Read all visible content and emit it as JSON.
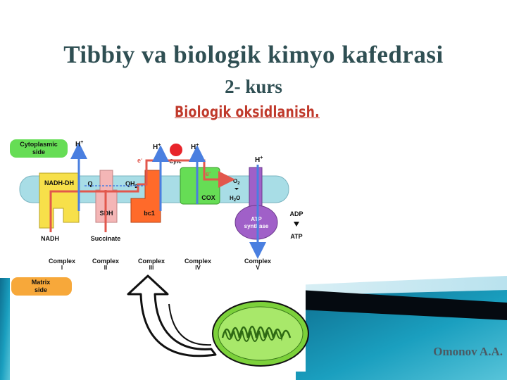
{
  "header": {
    "title": "Tibbiy va biologik kimyo kafedrasi",
    "course": "2- kurs",
    "topic": "Biologik oksidlanish."
  },
  "author": "Omonov A.A.",
  "colors": {
    "title": "#2f4f53",
    "topic": "#c0392b",
    "membrane": "#a8dde6",
    "nadh_dh": "#f7e04a",
    "sdh": "#f4b6b6",
    "bc1": "#ff6a2a",
    "cox": "#66dd55",
    "atp_synthase": "#a060c8",
    "proton_arrow": "#4a7fe0",
    "electron_path": "#e2574c",
    "side_label": "#66dd55",
    "matrix_label": "#f7a83a",
    "mitochondrion": "#7cd13a"
  },
  "diagram": {
    "cytoplasmic_side": [
      "Cytoplasmic",
      "side"
    ],
    "matrix_side": [
      "Matrix",
      "side"
    ],
    "proton": "H",
    "electron": "e",
    "labels": {
      "nadh_dh": "NADH-DH",
      "q": "Q",
      "qh2": "QH",
      "qh2_sub": "2",
      "sdh": "SDH",
      "bc1": "bc1",
      "cytc": "Cytc",
      "cox": "COX",
      "o2": "O",
      "o2_sub": "2",
      "h2o_h": "H",
      "h2o_sub": "2",
      "h2o_o": "O",
      "atp_synthase": [
        "ATP",
        "synthase"
      ],
      "adp": "ADP",
      "atp": "ATP",
      "nadh": "NADH",
      "succinate": "Succinate"
    },
    "complexes": [
      {
        "name": "Complex",
        "numeral": "I"
      },
      {
        "name": "Complex",
        "numeral": "II"
      },
      {
        "name": "Complex",
        "numeral": "III"
      },
      {
        "name": "Complex",
        "numeral": "IV"
      },
      {
        "name": "Complex",
        "numeral": "V"
      }
    ]
  }
}
